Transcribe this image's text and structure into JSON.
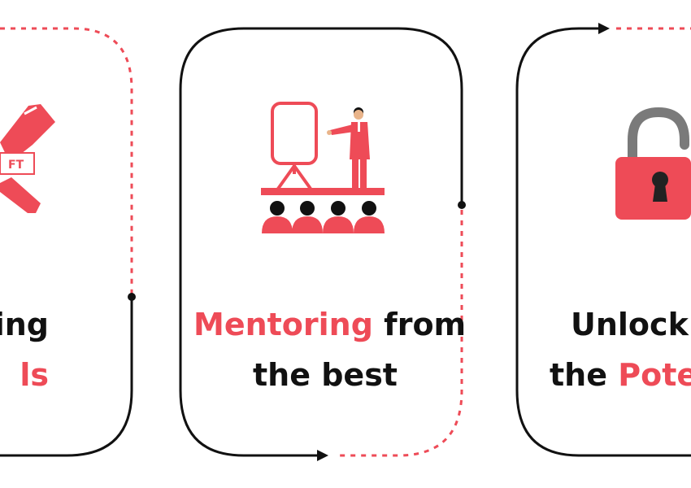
{
  "colors": {
    "accent": "#ee4b57",
    "text": "#111111",
    "line": "#111111",
    "dash": "#ee4b57"
  },
  "panels": [
    {
      "icon": "wrench-badge-icon",
      "badge_text": "FT",
      "line1": {
        "parts": [
          "ing"
        ]
      },
      "line2": {
        "parts": [
          "ls"
        ]
      }
    },
    {
      "icon": "presenter-audience-icon",
      "line1": {
        "accent": "Mentoring",
        "rest": "from"
      },
      "line2": {
        "rest": "the best"
      }
    },
    {
      "icon": "unlocked-padlock-icon",
      "line1": {
        "rest": "Unlocki"
      },
      "line2": {
        "rest": "the",
        "accent": "Pote"
      }
    }
  ]
}
